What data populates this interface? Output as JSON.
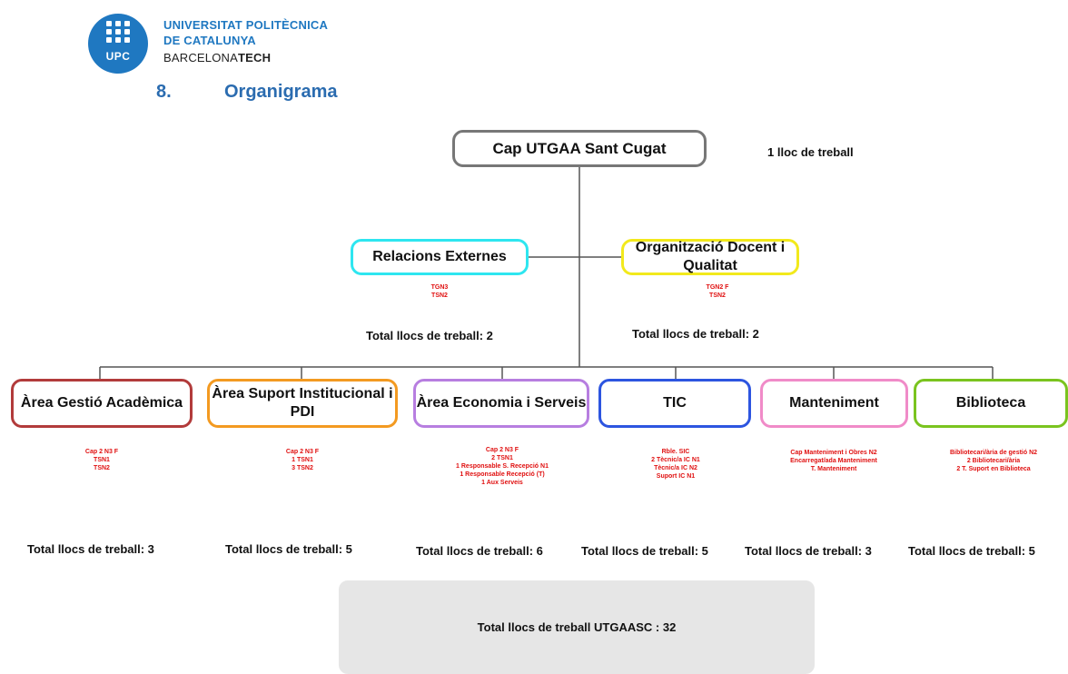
{
  "header": {
    "logo_text": "UPC",
    "university_line1": "UNIVERSITAT POLITÈCNICA",
    "university_line2": "DE CATALUNYA",
    "university_line3_regular": "BARCELONA",
    "university_line3_bold": "TECH",
    "section_number": "8.",
    "section_title": "Organigrama"
  },
  "top": {
    "label": "Cap UTGAA Sant Cugat",
    "note": "1 lloc de treball"
  },
  "middle": [
    {
      "label": "Relacions Externes",
      "posts": [
        "TGN3",
        "TSN2"
      ],
      "total": "Total llocs de treball: 2",
      "color": "#2ee6f0"
    },
    {
      "label": "Organització Docent i Qualitat",
      "posts": [
        "TGN2 F",
        "TSN2"
      ],
      "total": "Total llocs de treball: 2",
      "color": "#f2e91c"
    }
  ],
  "units": [
    {
      "label": "Àrea Gestió Acadèmica",
      "posts": [
        "Cap 2 N3 F",
        "TSN1",
        "TSN2"
      ],
      "total": "Total llocs de treball: 3",
      "color": "#b23b3b"
    },
    {
      "label": "Àrea Suport Institucional i PDI",
      "posts": [
        "Cap 2 N3 F",
        "1 TSN1",
        "3 TSN2"
      ],
      "total": "Total llocs de treball: 5",
      "color": "#f39a21"
    },
    {
      "label": "Àrea Economia i Serveis",
      "posts": [
        "Cap 2 N3 F",
        "2 TSN1",
        "1 Responsable S. Recepció N1",
        "1 Responsable Recepció (T)",
        "1 Aux Serveis"
      ],
      "total": "Total llocs de treball: 6",
      "color": "#b77ee0"
    },
    {
      "label": "TIC",
      "posts": [
        "Rble. SIC",
        "2 Tècnic/a IC N1",
        "Tècnic/a IC N2",
        "Suport IC N1"
      ],
      "total": "Total llocs de treball: 5",
      "color": "#2d55e0"
    },
    {
      "label": "Manteniment",
      "posts": [
        "Cap Manteniment i Obres N2",
        "Encarregat/ada Manteniment",
        "T. Manteniment"
      ],
      "total": "Total llocs de treball: 3",
      "color": "#f08bc8"
    },
    {
      "label": "Biblioteca",
      "posts": [
        "Bibliotecari/ària de gestió N2",
        "2 Bibliotecari/ària",
        "2 T. Suport en Biblioteca"
      ],
      "total": "Total llocs de treball: 5",
      "color": "#7ac41f"
    }
  ],
  "grand_total": "Total llocs de treball UTGAASC : 32"
}
